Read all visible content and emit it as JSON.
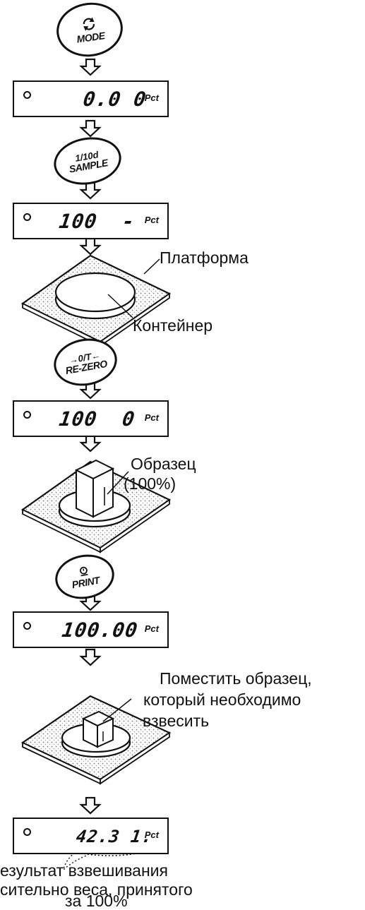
{
  "keys": {
    "mode": {
      "label": "MODE",
      "icon": "cycle-arrows-icon"
    },
    "sample": {
      "top": "1/10d",
      "label": "SAMPLE"
    },
    "rezero": {
      "top": "→0/T←",
      "label": "RE-ZERO"
    },
    "print": {
      "icon": "print-icon",
      "label": "PRINT"
    }
  },
  "displays": {
    "d1": {
      "value": "0.0 0",
      "unit": "Pct"
    },
    "d2": {
      "value": "100  -",
      "unit": "Pct"
    },
    "d3": {
      "value": "100  0",
      "unit": "Pct"
    },
    "d4": {
      "value": "100.00",
      "unit": "Pct"
    },
    "d5": {
      "value": "42.3 1.",
      "unit": "Pct"
    }
  },
  "labels": {
    "platform": "Платформа",
    "container": "Контейнер",
    "sample_line1": "Образец",
    "sample_line2": "(100%)",
    "place_line1": "Поместить образец,",
    "place_line2": "который необходимо",
    "place_line3": "взвесить",
    "result_line1": "езультат взвешивания",
    "result_line2": "сительно веса, принятого",
    "result_line3": "за 100%"
  }
}
